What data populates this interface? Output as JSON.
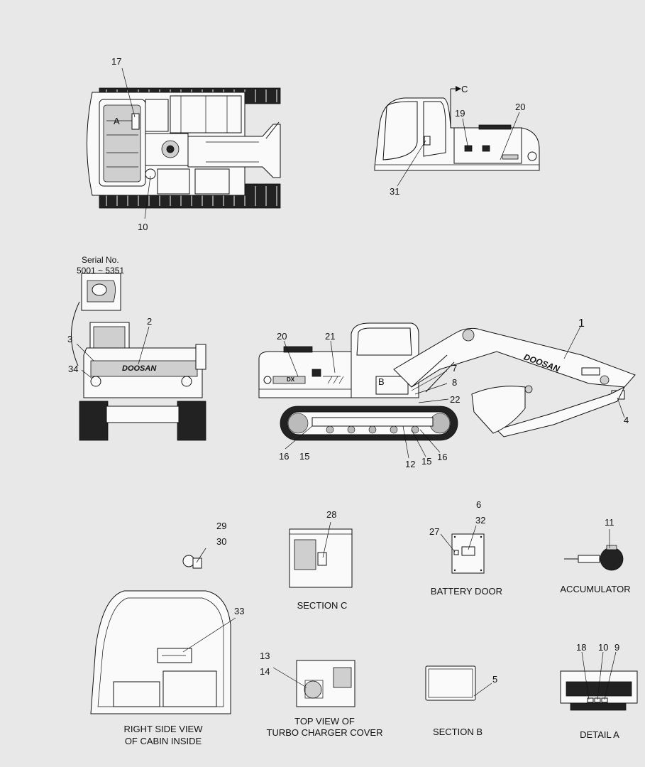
{
  "callouts": {
    "c17": "17",
    "cA": "A",
    "c10a": "10",
    "cC": "C",
    "c19": "19",
    "c20a": "20",
    "c31": "31",
    "serial_no": "Serial No.",
    "serial_range": "5001 ~ 5351",
    "c2": "2",
    "c3": "3",
    "c34": "34",
    "c20b": "20",
    "c21": "21",
    "c1": "1",
    "c7": "7",
    "c8": "8",
    "c22": "22",
    "c4": "4",
    "cB": "B",
    "c16a": "16",
    "c15a": "15",
    "c12": "12",
    "c15b": "15",
    "c16b": "16",
    "c29": "29",
    "c30": "30",
    "c28": "28",
    "c6": "6",
    "c27": "27",
    "c32": "32",
    "c11": "11",
    "c33": "33",
    "c13": "13",
    "c14": "14",
    "c5": "5",
    "c18": "18",
    "c10b": "10",
    "c9": "9"
  },
  "decals": {
    "brand": "DOOSAN",
    "model": "DX"
  },
  "captions": {
    "section_c": "SECTION C",
    "battery_door": "BATTERY DOOR",
    "accumulator": "ACCUMULATOR",
    "cabin_l1": "RIGHT SIDE VIEW",
    "cabin_l2": "OF CABIN INSIDE",
    "turbo_l1": "TOP VIEW OF",
    "turbo_l2": "TURBO CHARGER COVER",
    "section_b": "SECTION B",
    "detail_a": "DETAIL A"
  }
}
